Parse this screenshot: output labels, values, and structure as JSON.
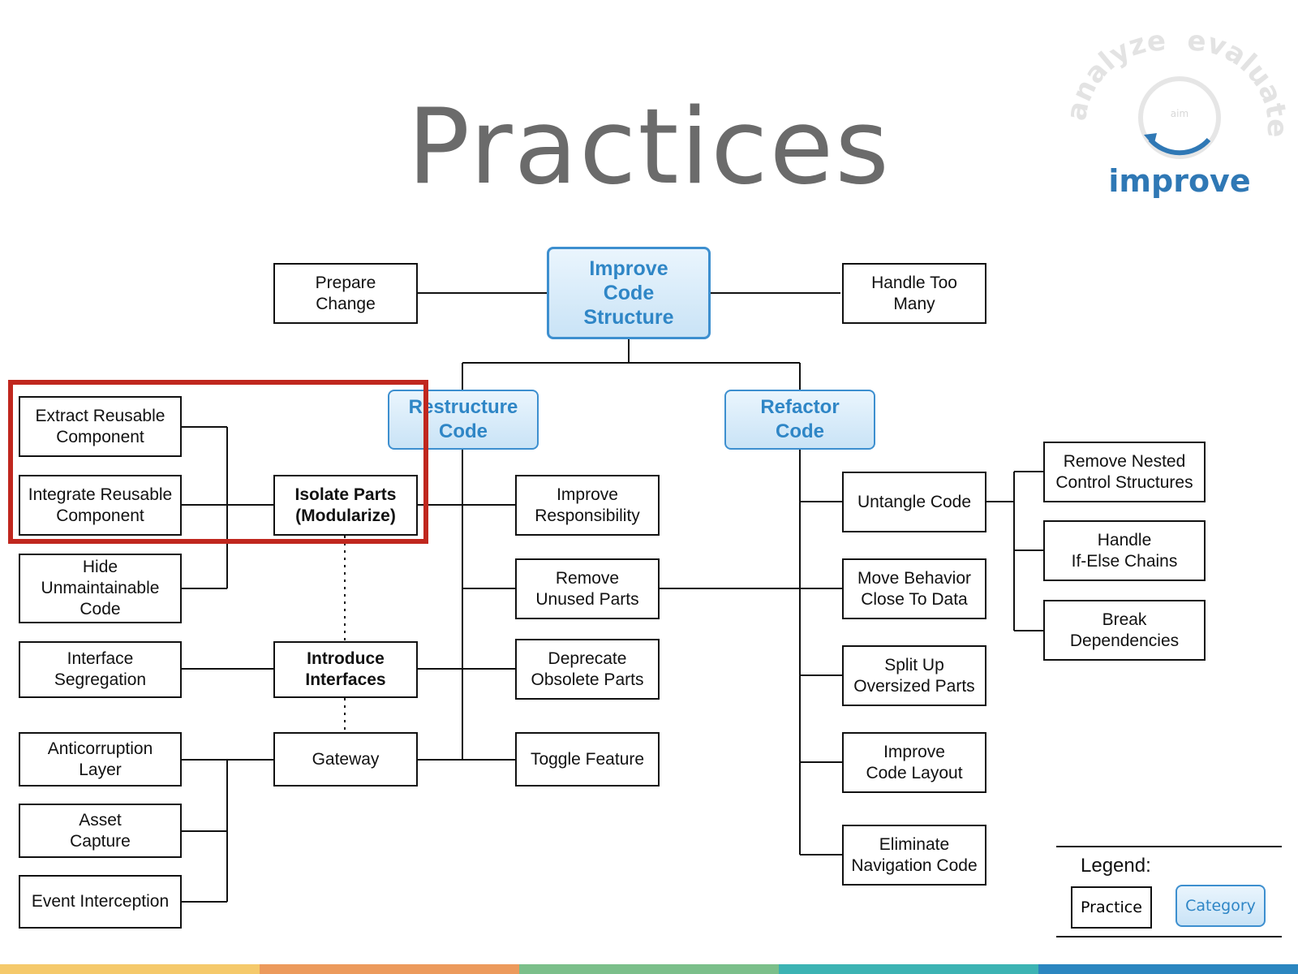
{
  "title": "Practices",
  "logo": {
    "text": "improve",
    "arc_left": "analyze",
    "arc_right": "evaluate",
    "center_mark": "aim"
  },
  "colors": {
    "category_border": "#3d8fcf",
    "category_text": "#2f86c6",
    "highlight": "#c0271e",
    "logo_blue": "#2f78b5",
    "bars": [
      "#f5c96b",
      "#ec9a5c",
      "#7bbf8a",
      "#3cb3b3",
      "#2b86c0"
    ]
  },
  "categories": {
    "root": "Improve\nCode\nStructure",
    "restructure": "Restructure\nCode",
    "refactor": "Refactor\nCode"
  },
  "practices": {
    "prepare_change": "Prepare\nChange",
    "handle_too_many": "Handle Too\nMany",
    "extract_reusable": "Extract Reusable\nComponent",
    "integrate_reusable": "Integrate Reusable\nComponent",
    "hide_unmaintainable": "Hide\nUnmaintainable\nCode",
    "interface_segregation": "Interface\nSegregation",
    "anticorruption_layer": "Anticorruption\nLayer",
    "asset_capture": "Asset\nCapture",
    "event_interception": "Event Interception",
    "isolate_parts": "Isolate Parts\n(Modularize)",
    "introduce_interfaces": "Introduce\nInterfaces",
    "gateway": "Gateway",
    "improve_responsibility": "Improve\nResponsibility",
    "remove_unused": "Remove\nUnused Parts",
    "deprecate_obsolete": "Deprecate\nObsolete Parts",
    "toggle_feature": "Toggle Feature",
    "untangle_code": "Untangle Code",
    "move_behavior": "Move Behavior\nClose To Data",
    "split_up": "Split Up\nOversized Parts",
    "improve_layout": "Improve\nCode Layout",
    "eliminate_navigation": "Eliminate\nNavigation Code",
    "remove_nested": "Remove Nested\nControl Structures",
    "handle_if_else": "Handle\nIf-Else Chains",
    "break_dependencies": "Break\nDependencies"
  },
  "legend": {
    "title": "Legend:",
    "practice": "Practice",
    "category": "Category"
  }
}
